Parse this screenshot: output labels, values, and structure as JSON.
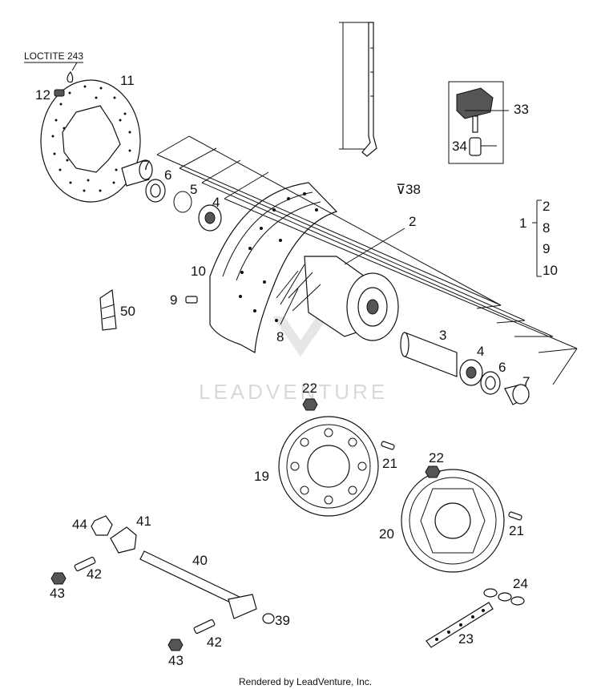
{
  "note": "LOCTITE 243",
  "watermark": "LEADVENTURE",
  "footer": "Rendered by LeadVenture, Inc.",
  "callouts": {
    "c1": "1",
    "c2": "2",
    "c3": "3",
    "c4a": "4",
    "c4b": "4",
    "c5": "5",
    "c6a": "6",
    "c6b": "6",
    "c7a": "7",
    "c7b": "7",
    "c8": "8",
    "c9": "9",
    "c10": "10",
    "c11": "11",
    "c12": "12",
    "c19": "19",
    "c20": "20",
    "c21a": "21",
    "c21b": "21",
    "c22a": "22",
    "c22b": "22",
    "c23": "23",
    "c24": "24",
    "c33": "33",
    "c34": "34",
    "c38": "38",
    "c39": "39",
    "c40": "40",
    "c41": "41",
    "c42a": "42",
    "c42b": "42",
    "c43a": "43",
    "c43b": "43",
    "c44": "44",
    "c50": "50"
  },
  "kit_group": {
    "label": "1",
    "items": [
      "2",
      "8",
      "9",
      "10"
    ]
  }
}
